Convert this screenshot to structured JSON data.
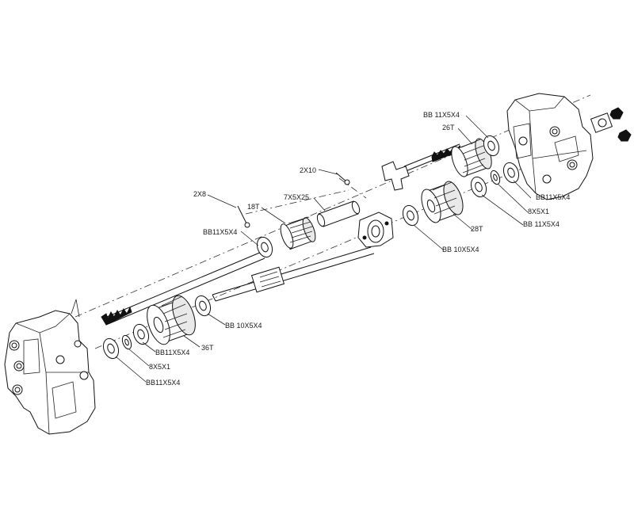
{
  "labels": {
    "bb_11x5x4_top": "BB 11X5X4",
    "t26_top": "26T",
    "bb11x5x4_right": "BB11X5X4",
    "x8x5x1_right": "8X5X1",
    "bb_11x5x4_right2": "BB 11X5X4",
    "t28": "28T",
    "bb_10x5x4_mid": "BB 10X5X4",
    "x2x10": "2X10",
    "x7x5x25": "7X5X25",
    "x2x8": "2X8",
    "t18": "18T",
    "bb11x5x4_left": "BB11X5X4",
    "bb_10x5x4_low": "BB 10X5X4",
    "bb11x5x4_low": "BB11X5X4",
    "t36": "36T",
    "x8x5x1_low": "8X5X1",
    "bb11x5x4_bottom": "BB11X5X4"
  }
}
